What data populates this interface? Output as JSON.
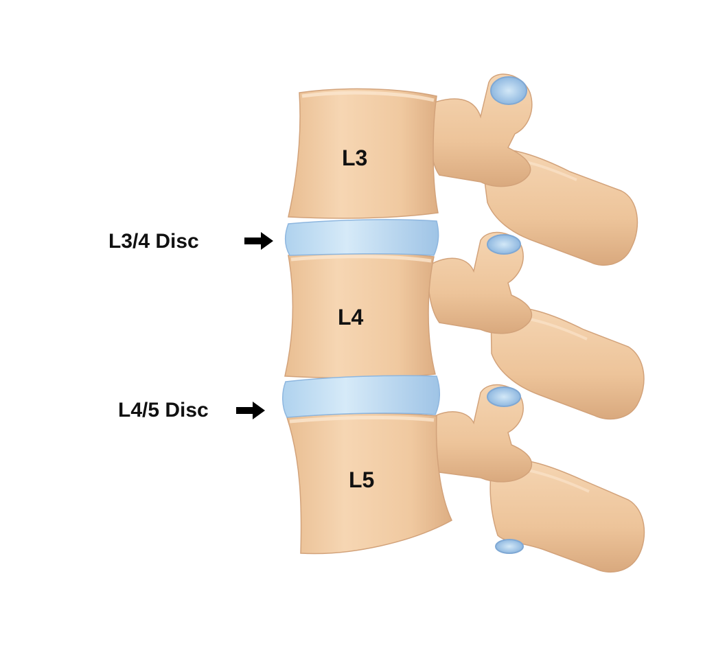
{
  "diagram": {
    "vertebrae": [
      {
        "id": "l3",
        "label": "L3"
      },
      {
        "id": "l4",
        "label": "L4"
      },
      {
        "id": "l5",
        "label": "L5"
      }
    ],
    "discs": [
      {
        "id": "l3-4",
        "label": "L3/4 Disc"
      },
      {
        "id": "l4-5",
        "label": "L4/5 Disc"
      }
    ]
  },
  "colors": {
    "bone": "#F1CCA4",
    "bone_shadow": "#D9A97E",
    "bone_highlight": "#FBE6CE",
    "disc": "#BFDDF3",
    "disc_shadow": "#8DB6DF",
    "arrow": "#000000"
  }
}
